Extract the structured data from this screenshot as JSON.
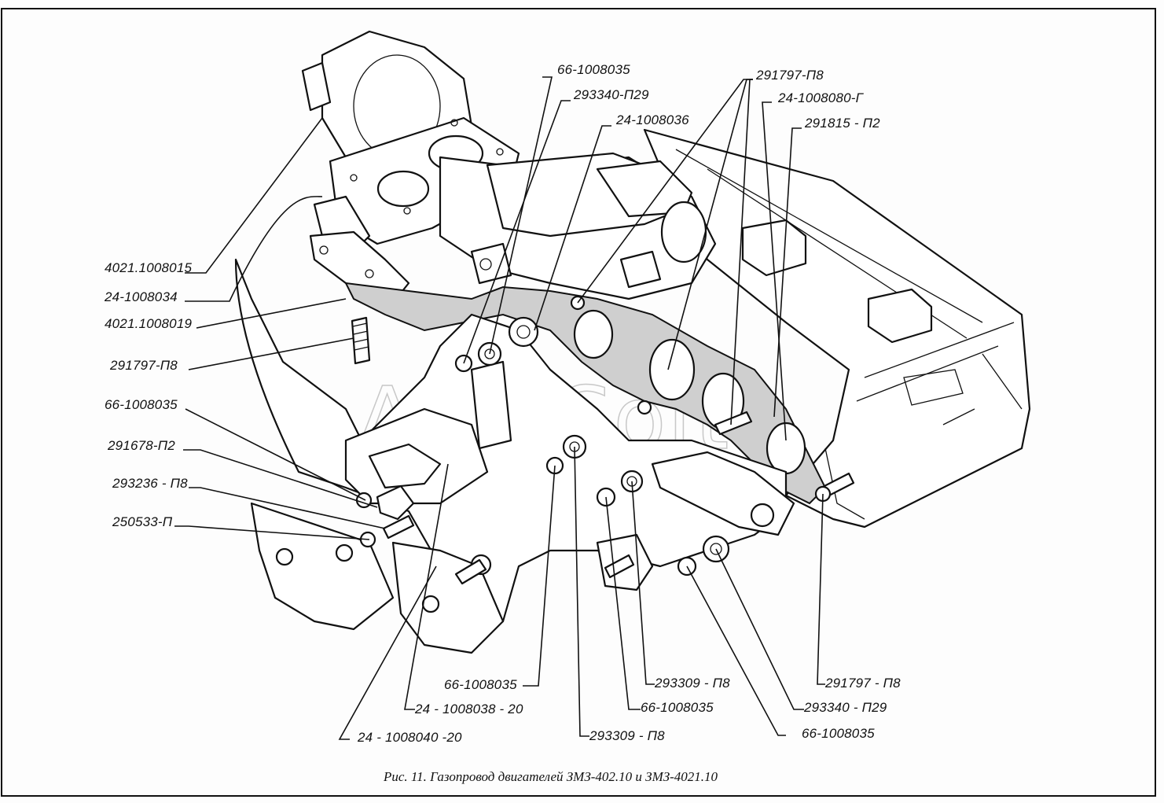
{
  "watermark": "AutoSoft",
  "caption": "Рис. 11. Газопровод двигателей ЗМЗ-402.10 и ЗМЗ-4021.10",
  "labels": {
    "l01": "66-1008035",
    "l02": "293340-П29",
    "l03": "24-1008036",
    "l04": "291797-П8",
    "l05": "24-1008080-Г",
    "l06": "291815 - П2",
    "l07": "4021.1008015",
    "l08": "24-1008034",
    "l09": "4021.1008019",
    "l10": "291797-П8",
    "l11": "66-1008035",
    "l12": "291678-П2",
    "l13": "293236 - П8",
    "l14": "250533-П",
    "l15": "66-1008035",
    "l16": "24 - 1008038 - 20",
    "l17": "24 - 1008040 -20",
    "l18": "293309 - П8",
    "l19": "293309 - П8",
    "l20": "66-1008035",
    "l21": "291797 - П8",
    "l22": "293340 - П29",
    "l23": "66-1008035"
  }
}
